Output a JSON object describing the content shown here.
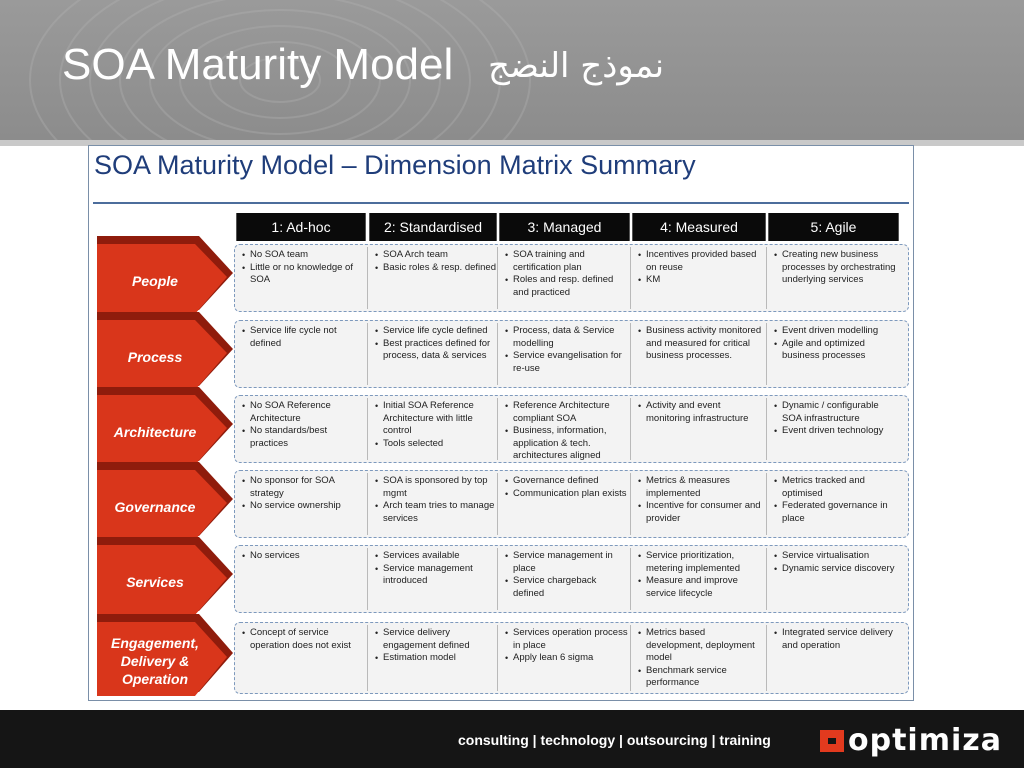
{
  "slide": {
    "title": "SOA Maturity Model",
    "title_arabic": "نموذج النضج"
  },
  "panel": {
    "title": "SOA Maturity Model – Dimension Matrix Summary"
  },
  "levels": [
    "1: Ad-hoc",
    "2: Standardised",
    "3: Managed",
    "4: Measured",
    "5: Agile"
  ],
  "rows": [
    {
      "label_lines": [
        "People"
      ],
      "cells": [
        [
          "No SOA team",
          "Little or no knowledge of SOA"
        ],
        [
          "SOA Arch team",
          "Basic roles & resp. defined"
        ],
        [
          "SOA training and certification plan",
          "Roles and resp. defined and practiced"
        ],
        [
          "Incentives provided based on reuse",
          "KM"
        ],
        [
          "Creating new business processes by orchestrating underlying services"
        ]
      ]
    },
    {
      "label_lines": [
        "Process"
      ],
      "cells": [
        [
          "Service life cycle not defined"
        ],
        [
          "Service life cycle defined",
          "Best practices defined for process, data & services"
        ],
        [
          "Process, data & Service modelling",
          "Service evangelisation for re-use"
        ],
        [
          "Business activity monitored and measured for critical business processes."
        ],
        [
          "Event driven modelling",
          "Agile and optimized business processes"
        ]
      ]
    },
    {
      "label_lines": [
        "Architecture"
      ],
      "cells": [
        [
          "No SOA Reference Architecture",
          "No standards/best practices"
        ],
        [
          "Initial SOA Reference Architecture with little control",
          "Tools selected"
        ],
        [
          "Reference Architecture compliant SOA",
          "Business, information, application & tech. architectures aligned"
        ],
        [
          "Activity and event monitoring infrastructure"
        ],
        [
          "Dynamic / configurable SOA infrastructure",
          "Event driven technology"
        ]
      ]
    },
    {
      "label_lines": [
        "Governance"
      ],
      "cells": [
        [
          "No sponsor for SOA strategy",
          "No service ownership"
        ],
        [
          "SOA is sponsored by top mgmt",
          "Arch team tries to manage services"
        ],
        [
          "Governance defined",
          "Communication plan exists"
        ],
        [
          "Metrics & measures implemented",
          "Incentive for consumer and provider"
        ],
        [
          "Metrics tracked and optimised",
          "Federated governance in place"
        ]
      ]
    },
    {
      "label_lines": [
        "Services"
      ],
      "cells": [
        [
          "No services"
        ],
        [
          "Services available",
          "Service management introduced"
        ],
        [
          "Service management in place",
          "Service chargeback defined"
        ],
        [
          "Service prioritization, metering implemented",
          "Measure and improve service lifecycle"
        ],
        [
          "Service virtualisation",
          "Dynamic service discovery"
        ]
      ]
    },
    {
      "label_lines": [
        "Engagement,",
        "Delivery &",
        "Operation"
      ],
      "cells": [
        [
          "Concept of service operation does not exist"
        ],
        [
          "Service delivery engagement defined",
          "Estimation model"
        ],
        [
          "Services operation process in place",
          "Apply lean 6 sigma"
        ],
        [
          "Metrics based development, deployment model",
          "Benchmark service performance"
        ],
        [
          "Integrated service delivery and operation"
        ]
      ]
    }
  ],
  "footer": {
    "tagline": "consulting | technology | outsourcing | training",
    "logo": "optimiza"
  },
  "colors": {
    "arrow_red": "#d9361b",
    "arrow_dark": "#8f1c0c",
    "title_blue": "#1f3d7a",
    "header_black": "#0a0a0a",
    "band_border": "#7d99bd"
  }
}
